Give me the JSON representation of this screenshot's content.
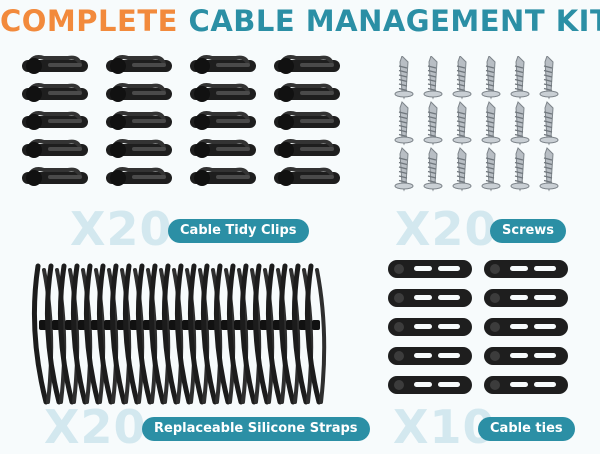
{
  "title": {
    "part1": "COMPLETE",
    "part2": "CABLE MANAGEMENT KIT"
  },
  "colors": {
    "orange": "#f28a3c",
    "teal": "#2b8fa5",
    "count_light": "#d3e8ef"
  },
  "sections": [
    {
      "count": "X20",
      "label": "Cable Tidy Clips"
    },
    {
      "count": "X20",
      "label": "Screws"
    },
    {
      "count": "X20",
      "label": "Replaceable Silicone Straps"
    },
    {
      "count": "X10",
      "label": "Cable ties"
    }
  ]
}
